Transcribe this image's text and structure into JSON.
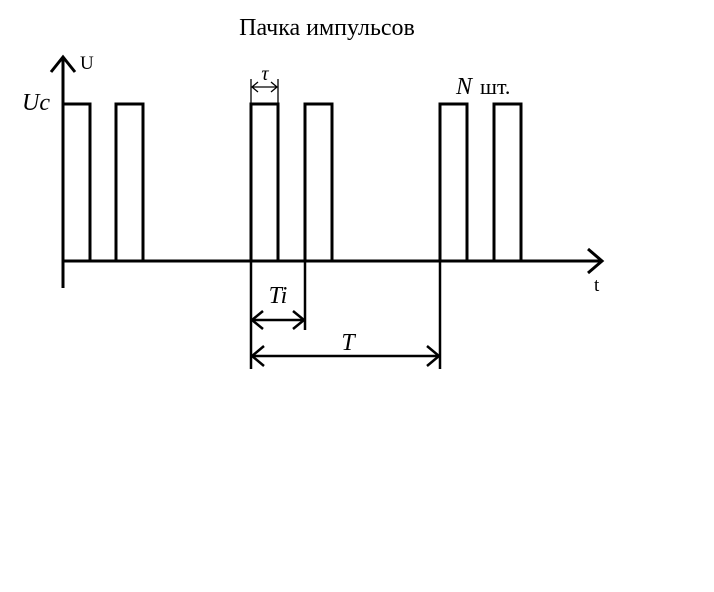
{
  "title": "Пачка импульсов",
  "y_axis_label": "U",
  "x_axis_label": "t",
  "amplitude_label": "Uc",
  "pulse_width_label": "τ",
  "pulse_period_label": "Ti",
  "burst_period_label": "T",
  "count_symbol": "N",
  "count_suffix": "шт.",
  "colors": {
    "line": "#000000",
    "background": "#ffffff"
  }
}
